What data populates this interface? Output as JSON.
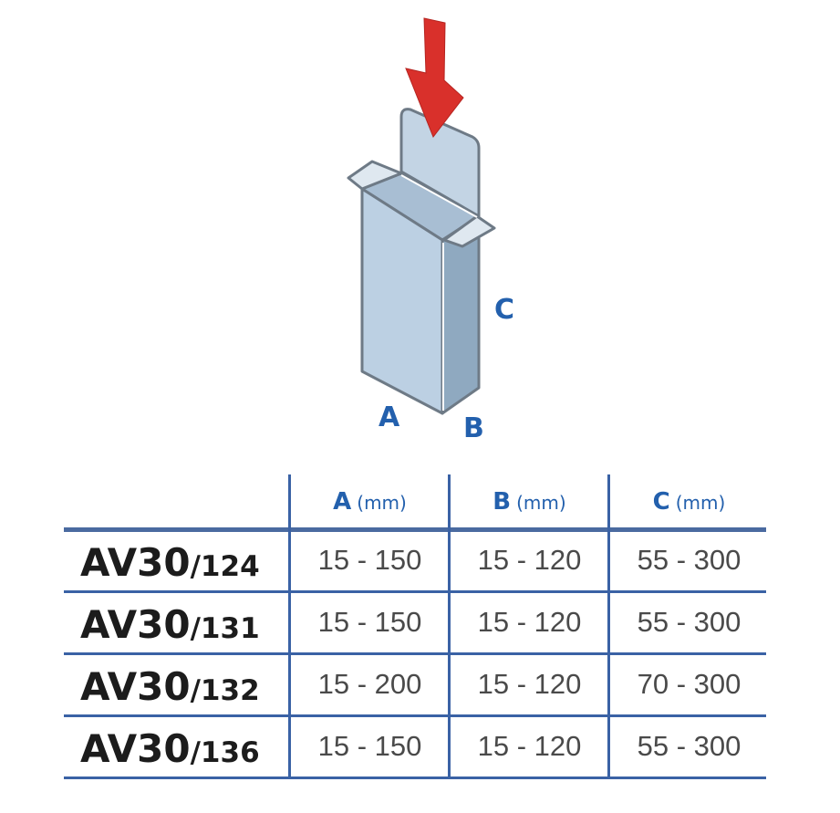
{
  "figure": {
    "labels": {
      "a": "A",
      "b": "B",
      "c": "C"
    },
    "colors": {
      "arrow": "#d9302b",
      "box": "#b8cde0",
      "box_side": "#8fa9c0",
      "outline": "#6e7a86",
      "label": "#2360ad"
    }
  },
  "table": {
    "headers": [
      {
        "letter": "A",
        "unit": "(mm)"
      },
      {
        "letter": "B",
        "unit": "(mm)"
      },
      {
        "letter": "C",
        "unit": "(mm)"
      }
    ],
    "rows": [
      {
        "model": "AV30",
        "suffix": "/124",
        "a": "15 - 150",
        "b": "15 - 120",
        "c": "55 - 300"
      },
      {
        "model": "AV30",
        "suffix": "/131",
        "a": "15 - 150",
        "b": "15 - 120",
        "c": "55 - 300"
      },
      {
        "model": "AV30",
        "suffix": "/132",
        "a": "15 - 200",
        "b": "15 - 120",
        "c": "70 - 300"
      },
      {
        "model": "AV30",
        "suffix": "/136",
        "a": "15 - 150",
        "b": "15 - 120",
        "c": "55 - 300"
      }
    ]
  }
}
